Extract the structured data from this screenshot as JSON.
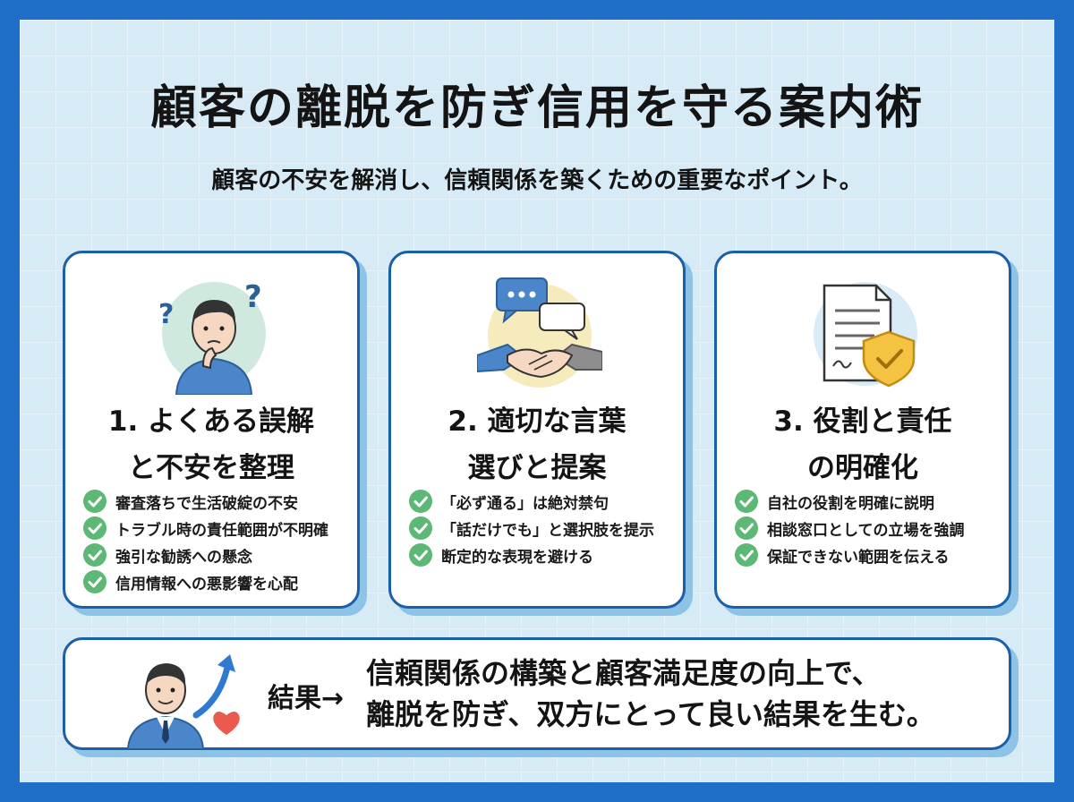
{
  "header": {
    "title": "顧客の離脱を防ぎ信用を守る案内術",
    "subtitle": "顧客の不安を解消し、信頼関係を築くための重要なポイント。"
  },
  "cards": [
    {
      "title_line1": "1. よくある誤解",
      "title_line2": "と不安を整理",
      "illustration": "confused-person-icon",
      "items": [
        "審査落ちで生活破綻の不安",
        "トラブル時の責任範囲が不明確",
        "強引な勧誘への懸念",
        "信用情報への悪影響を心配"
      ]
    },
    {
      "title_line1": "2. 適切な言葉",
      "title_line2": "選びと提案",
      "illustration": "handshake-chat-icon",
      "items": [
        "「必ず通る」は絶対禁句",
        "「話だけでも」と選択肢を提示",
        "断定的な表現を避ける"
      ]
    },
    {
      "title_line1": "3. 役割と責任",
      "title_line2": "の明確化",
      "illustration": "document-shield-icon",
      "items": [
        "自社の役割を明確に説明",
        "相談窓口としての立場を強調",
        "保証できない範囲を伝える"
      ]
    }
  ],
  "result": {
    "label": "結果→",
    "line1": "信頼関係の構築と顧客満足度の向上で、",
    "line2": "離脱を防ぎ、双方にとって良い結果を生む。",
    "illustration": "businessman-growth-heart-icon"
  },
  "colors": {
    "frame": "#1f6fc8",
    "background": "#d7ebf7",
    "card_border": "#1b5fa8",
    "check": "#5cb874"
  }
}
